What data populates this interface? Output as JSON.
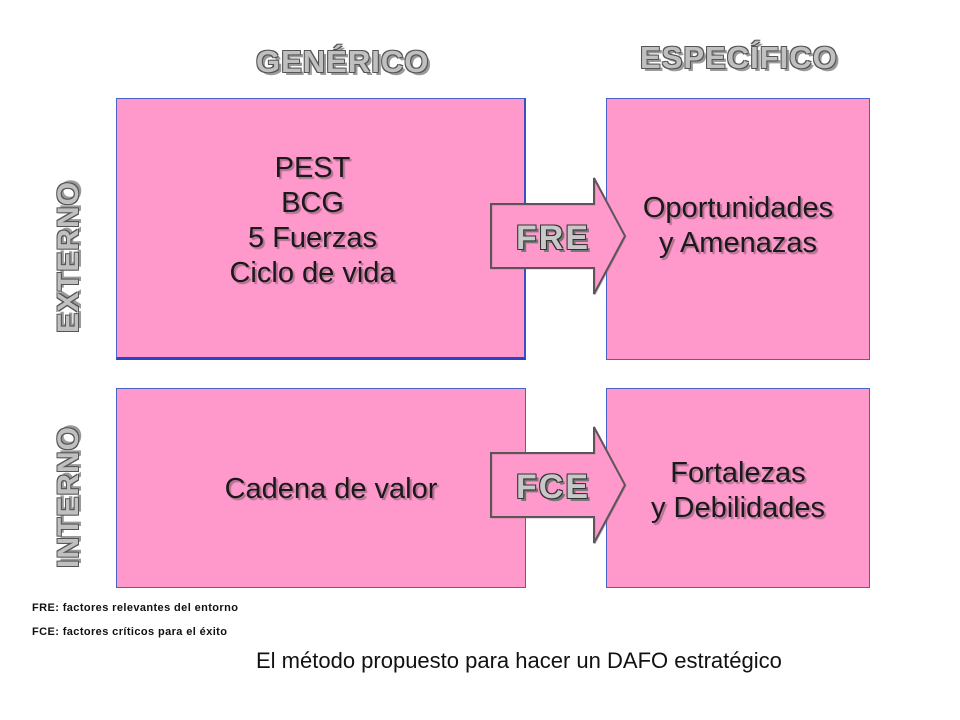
{
  "columns": {
    "generic": "GENÉRICO",
    "specific": "ESPECÍFICO"
  },
  "rows": {
    "external": "EXTERNO",
    "internal": "INTERNO"
  },
  "external": {
    "generic_lines": [
      "PEST",
      "BCG",
      "5 Fuerzas",
      "Ciclo de vida"
    ],
    "arrow_label": "FRE",
    "specific_lines": [
      "Oportunidades",
      "y Amenazas"
    ]
  },
  "internal": {
    "generic_text": "Cadena de valor",
    "arrow_label": "FCE",
    "specific_lines": [
      "Fortalezas",
      "y Debilidades"
    ]
  },
  "notes": {
    "fre": "FRE: factores relevantes del entorno",
    "fce": "FCE: factores críticos para el éxito"
  },
  "caption": "El método propuesto para hacer un DAFO estratégico",
  "colors": {
    "box_fill": "#ff99cc",
    "box_border": "#4a63c8",
    "arrow_fill": "#ff99cc",
    "header_text": "#c0c0c0"
  }
}
